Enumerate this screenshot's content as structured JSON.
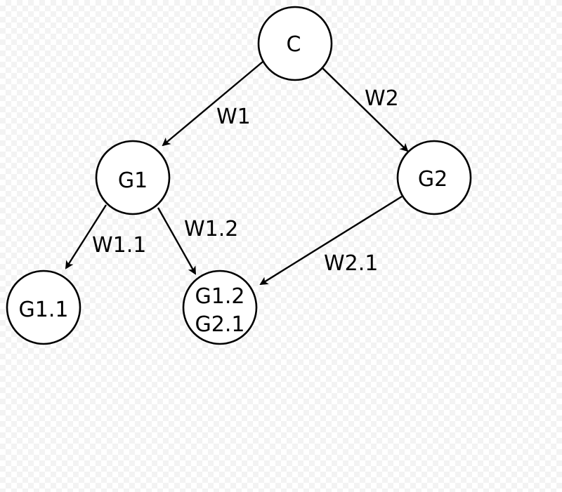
{
  "diagram": {
    "nodes": {
      "c": {
        "label": "C"
      },
      "g1": {
        "label": "G1"
      },
      "g2": {
        "label": "G2"
      },
      "g1_1": {
        "label": "G1.1"
      },
      "g12_g21": {
        "label_line1": "G1.2",
        "label_line2": "G2.1"
      }
    },
    "edges": {
      "c_g1": {
        "label": "W1"
      },
      "c_g2": {
        "label": "W2"
      },
      "g1_g1_1": {
        "label": "W1.1"
      },
      "g1_g12": {
        "label": "W1.2"
      },
      "g2_g21": {
        "label": "W2.1"
      }
    }
  },
  "colors": {
    "stroke": "#000000",
    "node_fill": "#ffffff"
  }
}
